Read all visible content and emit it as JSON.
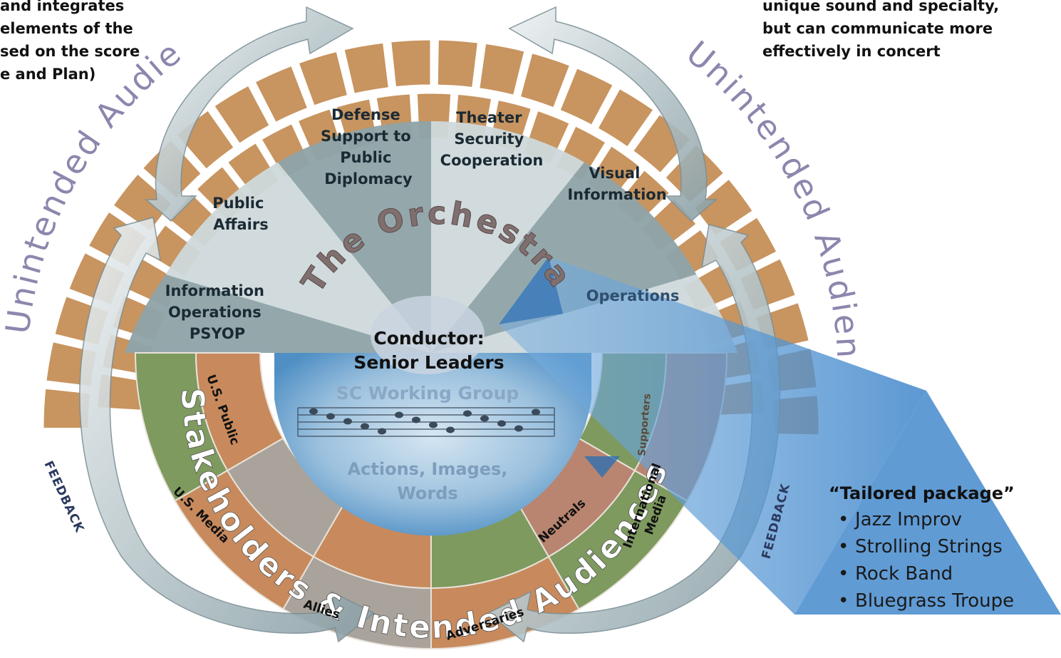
{
  "notes": {
    "left": "and integrates\nelements of the\nsed on the score\ne and Plan)",
    "right": "unique sound and specialty,\nbut can communicate more\neffectively in concert"
  },
  "arc_labels": {
    "unintended_left": "Unintended Audiences",
    "unintended_right": "Unintended Audiences",
    "the_orchestra": "The Orchestra",
    "stakeholders": "Stakeholders & Intended Audiences"
  },
  "orchestra_sections": [
    {
      "lines": [
        "Information",
        "Operations",
        "PSYOP"
      ]
    },
    {
      "lines": [
        "Public",
        "Affairs"
      ]
    },
    {
      "lines": [
        "Defense",
        "Support to",
        "Public",
        "Diplomacy"
      ]
    },
    {
      "lines": [
        "Theater",
        "Security",
        "Cooperation"
      ]
    },
    {
      "lines": [
        "Visual",
        "Information"
      ]
    },
    {
      "lines": [
        "Operations"
      ]
    }
  ],
  "center": {
    "conductor_1": "Conductor:",
    "conductor_2": "Senior Leaders",
    "working_group": "SC Working Group",
    "actions_1": "Actions, Images,",
    "actions_2": "Words"
  },
  "audience_segments": {
    "us_public": "U.S. Public",
    "us_media": "U.S. Media",
    "allies": "Allies",
    "adversaries": "Adversaries",
    "neutrals": "Neutrals",
    "international_media_1": "International",
    "international_media_2": "Media",
    "supporters": "Supporters"
  },
  "feedback": {
    "left": "FEEDBACK",
    "right": "FEEDBACK"
  },
  "package": {
    "title": "“Tailored package”",
    "items": [
      "Jazz Improv",
      "Strolling Strings",
      "Rock Band",
      "Bluegrass Troupe"
    ]
  },
  "colors": {
    "brick": "#c8945f",
    "orchestra_light": "#cfd9db",
    "orchestra_dark": "#8ea3a8",
    "center_blue": "#8fb6d8",
    "package_blue": "#4f90cf",
    "label_purple": "#8d86ad"
  }
}
